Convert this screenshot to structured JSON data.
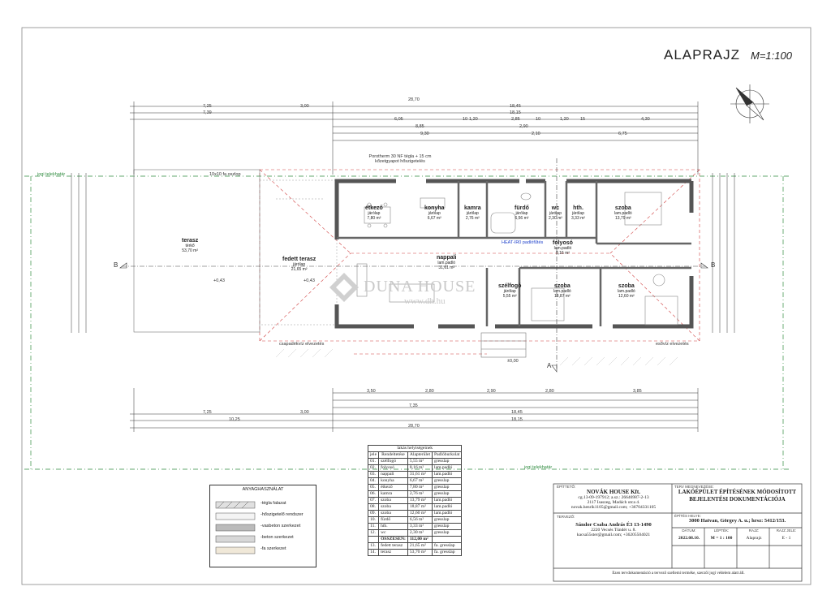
{
  "header": {
    "title": "ALAPRAJZ",
    "scale": "M=1:100"
  },
  "rooms": [
    {
      "name": "étkező",
      "sub": "járólap",
      "area": "7,80 m²"
    },
    {
      "name": "konyha",
      "sub": "járólap",
      "area": "6,67 m²"
    },
    {
      "name": "kamra",
      "sub": "járólap",
      "area": "2,76 m²"
    },
    {
      "name": "fürdő",
      "sub": "járólap",
      "area": "6,56 m²"
    },
    {
      "name": "wc",
      "sub": "járólap",
      "area": "2,30 m²"
    },
    {
      "name": "hth.",
      "sub": "járólap",
      "area": "3,33 m²"
    },
    {
      "name": "szoba",
      "sub": "lam.padló",
      "area": "13,79 m²"
    },
    {
      "name": "nappali",
      "sub": "lam.padló",
      "area": "31,61 m²"
    },
    {
      "name": "folyosó",
      "sub": "lam.padló",
      "area": "8,16 m²"
    },
    {
      "name": "szélfogó",
      "sub": "járólap",
      "area": "5,55 m²"
    },
    {
      "name": "szoba",
      "sub": "lam.padló",
      "area": "18,87 m²"
    },
    {
      "name": "szoba",
      "sub": "lam.padló",
      "area": "12,60 m²"
    },
    {
      "name": "terasz",
      "sub": "térkő",
      "area": "53,70 m²"
    },
    {
      "name": "fedett terasz",
      "sub": "járólap",
      "area": "21,65 m²"
    }
  ],
  "dims_top": [
    "7,25",
    "3,00",
    "28,70",
    "18,45",
    "7,39",
    "18,15",
    "6,05",
    "10",
    "1,20",
    "2,85",
    "10",
    "1,20",
    "15",
    "4,30",
    "8,85",
    "2,90",
    "9,30",
    "2,10",
    "6,75"
  ],
  "dims_bottom": [
    "3,50",
    "2,80",
    "2,90",
    "2,80",
    "3,85",
    "7,35",
    "18,45",
    "7,25",
    "3,00",
    "10,25",
    "28,70",
    "18,15"
  ],
  "markers": {
    "b_left": "B",
    "b_right": "B",
    "a_bottom": "A",
    "level_1": "+0,43",
    "level_2": "+0,43",
    "level_3": "±0,00",
    "neighbor_left": "jogi telekhatár",
    "neighbor_bottom": "jogi telekhatár"
  },
  "notes": {
    "porotherm": "Porotherm 30 NF tégla + 15 cm kőzetgyapot hőszigetelés",
    "pillar": "10x10 fa oszlop",
    "rain": "esővíz elvezetés",
    "gutter": "csapadékvíz elvezetés",
    "heating": "HEAT-IR0 padlófűtés"
  },
  "watermark": {
    "brand": "DUNA HOUSE",
    "url": "www.dh.hu"
  },
  "room_table": {
    "title": "lakás helyiségeinek",
    "headers": [
      "jele",
      "Rendeltetése",
      "Alapterület",
      "Padlóburkolat"
    ],
    "rows": [
      [
        "01.",
        "szélfogó",
        "5,55 m²",
        "gresslap"
      ],
      [
        "02.",
        "folyosó",
        "8,16 m²",
        "lam.padló"
      ],
      [
        "03.",
        "nappali",
        "31,61 m²",
        "lam.padló"
      ],
      [
        "04.",
        "konyha",
        "6,67 m²",
        "gresslap"
      ],
      [
        "05.",
        "étkező",
        "7,80 m²",
        "gresslap"
      ],
      [
        "06.",
        "kamra",
        "2,76 m²",
        "gresslap"
      ],
      [
        "07.",
        "szoba",
        "13,79 m²",
        "lam.padló"
      ],
      [
        "08.",
        "szoba",
        "18,87 m²",
        "lam.padló"
      ],
      [
        "09.",
        "szoba",
        "12,60 m²",
        "lam.padló"
      ],
      [
        "10.",
        "fürdő",
        "6,56 m²",
        "gresslap"
      ],
      [
        "11.",
        "hth.",
        "3,33 m²",
        "gresslap"
      ],
      [
        "12.",
        "wc",
        "2,30 m²",
        "gresslap"
      ]
    ],
    "total_label": "ÖSSZESEN:",
    "total_value": "112,00 m²",
    "extra_rows": [
      [
        "13.",
        "fedett terasz",
        "21,65 m²",
        "fa. gresslap"
      ],
      [
        "14.",
        "terasz",
        "53,70 m²",
        "fa. gresslap"
      ]
    ]
  },
  "legend": {
    "title": "ANYAGHASZNÁLAT",
    "items": [
      "-tégla falazat",
      "-hőszigetelő rendszer",
      "-vasbeton szerkezet",
      "-beton szerkezet",
      "-fa szerkezet"
    ]
  },
  "title_block": {
    "builder_label": "ÉPÍTTETŐ:",
    "builder_name": "NOVÁK HOUSE Kft.",
    "builder_line1": "cg.13-09-197912; a.sz.: 26646987-2-13",
    "builder_line2": "2117 Isaszeg, Madách utca 4.",
    "builder_line3": "novak.henrik1105@gmail.com; +36704331105",
    "designer_label": "TERVEZŐ:",
    "designer_name": "Sándor Csaba András  É3 13-1490",
    "designer_line1": "2220 Vecsés Tündér u. 8.",
    "designer_line2": "kacsa55ster@gmail.com; +36205504021",
    "project_label": "TERV MEGNEVEZÉSE:",
    "project_name": "LAKÓÉPÜLET ÉPÍTÉSÉNEK MÓDOSÍTOTT BEJELENTÉSI DOKUMENTÁCIÓJA",
    "site_label": "ÉPÍTÉS HELYE:",
    "site_value": "3000 Hatvan, Görgey A. u.; hrsz: 5412/153.",
    "date_label": "DÁTUM:",
    "date_value": "2022.08.10.",
    "scale_label": "LÉPTÉK:",
    "scale_value": "M = 1 : 100",
    "drawing_label": "RAJZ:",
    "drawing_value": "Alaprajz",
    "drawing_no_label": "RAJZ JELE:",
    "drawing_no_value": "E - 1",
    "copyright": "Ezen tervdokumentáció a tervező szellemi terméke, szerzői jogi védelem alatt áll."
  },
  "colors": {
    "wall": "#555555",
    "line": "#333333",
    "red_dash": "#d04040",
    "green_dash": "#2e8b3e",
    "blue": "#2244cc",
    "watermark": "#c9c9c9"
  }
}
